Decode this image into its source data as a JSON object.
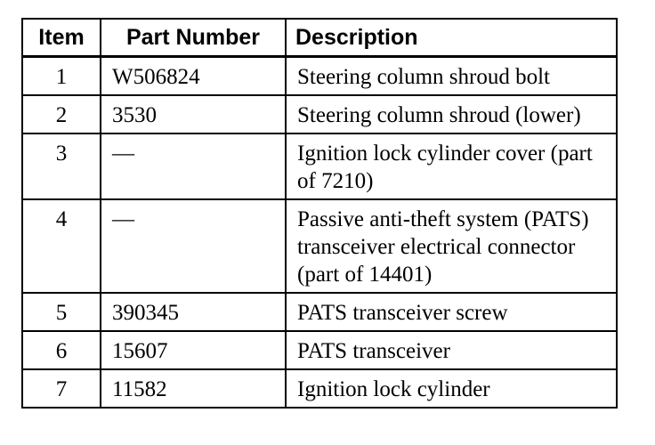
{
  "table": {
    "headers": {
      "item": "Item",
      "part_number": "Part Number",
      "description": "Description"
    },
    "rows": [
      {
        "item": "1",
        "part_number": "W506824",
        "description": "Steering column shroud bolt"
      },
      {
        "item": "2",
        "part_number": "3530",
        "description": "Steering column shroud (lower)"
      },
      {
        "item": "3",
        "part_number": "—",
        "description": "Ignition lock cylinder cover (part of 7210)"
      },
      {
        "item": "4",
        "part_number": "—",
        "description": "Passive anti-theft system (PATS) transceiver electrical connector (part of 14401)"
      },
      {
        "item": "5",
        "part_number": "390345",
        "description": "PATS transceiver screw"
      },
      {
        "item": "6",
        "part_number": "15607",
        "description": "PATS transceiver"
      },
      {
        "item": "7",
        "part_number": "11582",
        "description": "Ignition lock cylinder"
      }
    ]
  }
}
